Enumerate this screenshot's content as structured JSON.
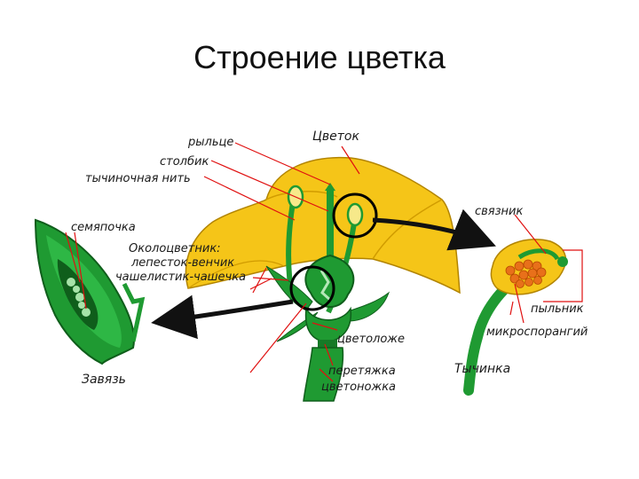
{
  "title": "Строение цветка",
  "labels": {
    "stigma": "рыльце",
    "style": "столбик",
    "filament": "тычиночная нить",
    "flower": "Цветок",
    "connective": "связник",
    "ovule": "семяпочка",
    "perianth": "Околоцветник:",
    "petal": "лепесток-венчик",
    "sepal": "чашелистик-чашечка",
    "anther": "пыльник",
    "microsporangium": "микроспорангий",
    "receptacle": "цветоложе",
    "constriction": "перетяжка",
    "pedicel": "цветоножка",
    "ovary": "Завязь",
    "stamen": "Тычинка"
  },
  "colors": {
    "petal": "#f5c518",
    "green": "#1f9a32",
    "dark_green": "#0f5e1b",
    "pointer": "#e01010",
    "pollen": "#e8701a",
    "outline": "#000000"
  }
}
